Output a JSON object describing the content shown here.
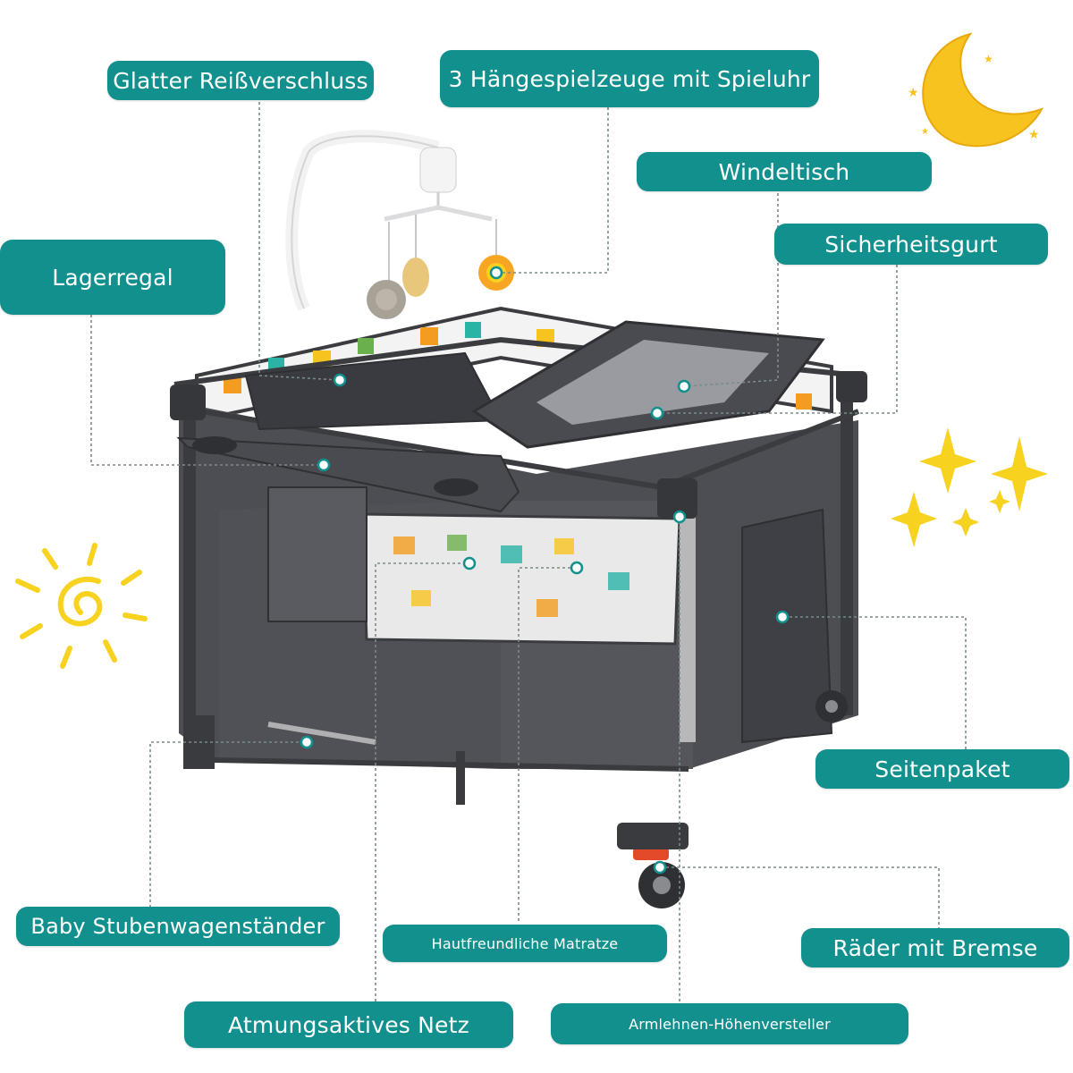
{
  "labels": {
    "zipper": "Glatter Reißverschluss",
    "toys": "3 Hängespielzeuge mit Spieluhr",
    "changing_table": "Windeltisch",
    "safety_belt": "Sicherheitsgurt",
    "storage_shelf": "Lagerregal",
    "side_pocket": "Seitenpaket",
    "bassinet_stand": "Baby Stubenwagenständer",
    "mattress": "Hautfreundliche Matratze",
    "wheels": "Räder mit Bremse",
    "breathable_net": "Atmungsaktives Netz",
    "armrest_adjuster": "Armlehnen-Höhenversteller"
  },
  "colors": {
    "label_bg": "#12908e",
    "label_text": "#ffffff",
    "frame": "#46474b",
    "fabric": "#5a5b60",
    "accent_yellow": "#f7d21e",
    "accent_orange": "#f6a623"
  },
  "decor": [
    "moon-icon",
    "sun-icon",
    "sparkle-icon"
  ]
}
